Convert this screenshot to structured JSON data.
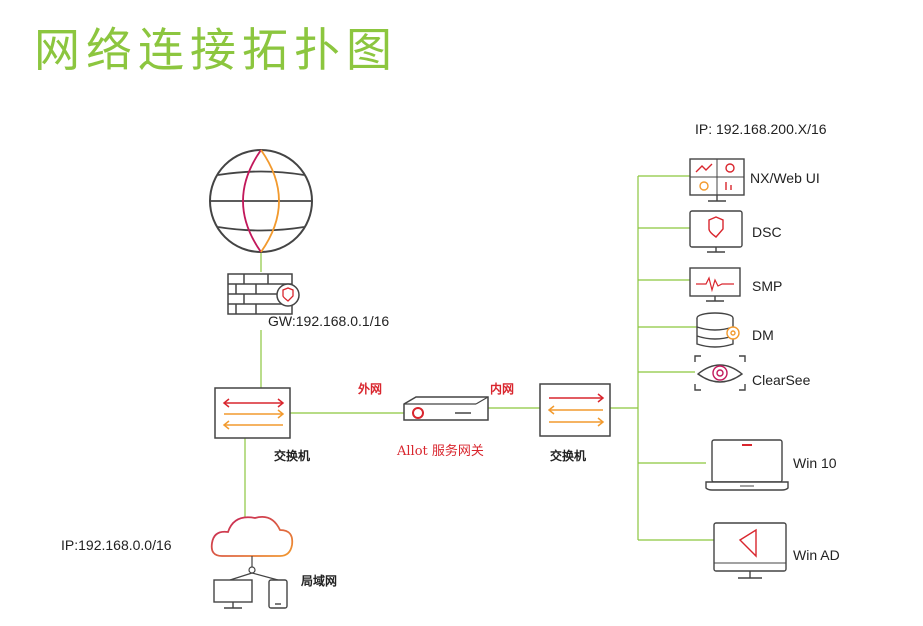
{
  "title": "网络连接拓扑图",
  "labels": {
    "gw": "GW:192.168.0.1/16",
    "lan_ip": "IP:192.168.0.0/16",
    "right_ip": "IP: 192.168.200.X/16",
    "switch_left": "交换机",
    "switch_right": "交换机",
    "wan": "外网",
    "lan_in": "内网",
    "gateway": "Allot 服务网关",
    "lan": "局域网"
  },
  "devices": [
    {
      "label": "NX/Web UI",
      "icon": "dashboard-monitor-icon"
    },
    {
      "label": "DSC",
      "icon": "shield-monitor-icon"
    },
    {
      "label": "SMP",
      "icon": "waveform-monitor-icon"
    },
    {
      "label": "DM",
      "icon": "database-gear-icon"
    },
    {
      "label": "ClearSee",
      "icon": "eye-icon"
    },
    {
      "label": "Win 10",
      "icon": "laptop-icon"
    },
    {
      "label": "Win AD",
      "icon": "monitor-play-icon"
    }
  ],
  "colors": {
    "accent": "#8cc63f",
    "line": "#8cc63f",
    "red": "#d9262e",
    "orange": "#f29a2e",
    "magenta": "#c2185b"
  }
}
